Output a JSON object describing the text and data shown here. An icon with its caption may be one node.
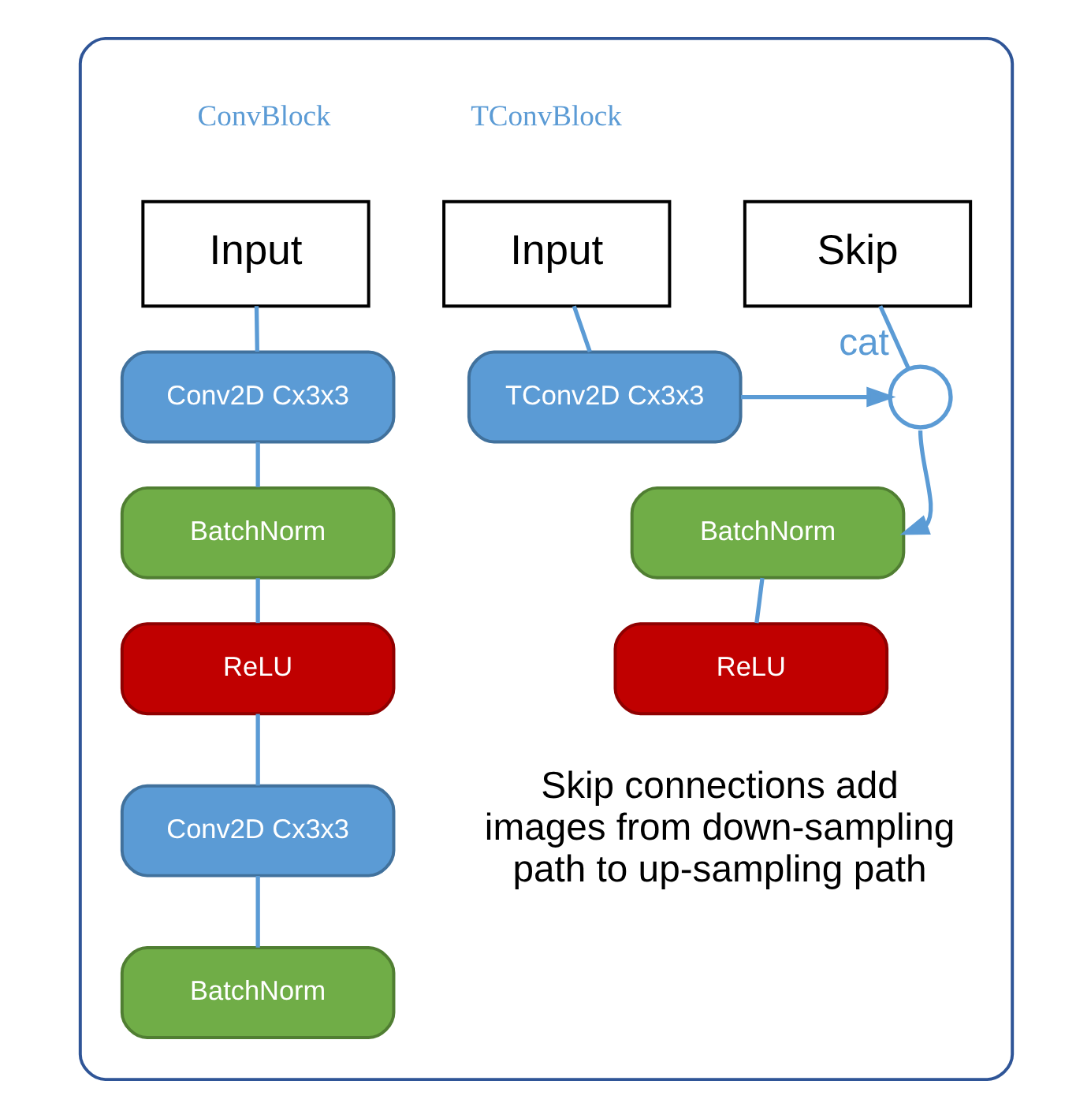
{
  "diagram": {
    "nodes": [
      {
        "text": [],
        "shape": "box"
      },
      {
        "text": [
          "Input"
        ],
        "in": 0
      },
      {
        "text": [
          "Conv2D Cx3x3"
        ],
        "in": 0
      },
      {
        "text": [
          "BatchNorm"
        ],
        "in": 0
      },
      {
        "text": [
          "ReLU"
        ],
        "in": 0
      },
      {
        "text": [
          "Conv2D Cx3x3"
        ],
        "in": 0
      },
      {
        "text": [
          "BatchNorm"
        ],
        "in": 0
      },
      {
        "text": [
          "Input"
        ],
        "in": 0
      },
      {
        "text": [
          "Skip"
        ],
        "in": 0
      },
      {
        "text": [
          "TConv2D Cx3x3"
        ],
        "in": 0
      },
      {
        "text": [],
        "shape": "circle",
        "beside": [
          "cat"
        ],
        "in": 0
      },
      {
        "text": [
          "BatchNorm"
        ],
        "in": 0
      },
      {
        "text": [
          "ReLU"
        ],
        "in": 0
      }
    ],
    "edges": [
      {
        "from": 1,
        "to": 2,
        "arrow": "none"
      },
      {
        "from": 2,
        "to": 3,
        "arrow": "none"
      },
      {
        "from": 3,
        "to": 4,
        "arrow": "none"
      },
      {
        "from": 4,
        "to": 5,
        "arrow": "none"
      },
      {
        "from": 5,
        "to": 6,
        "arrow": "none"
      },
      {
        "from": 7,
        "to": 9,
        "arrow": "none"
      },
      {
        "from": 9,
        "to": 10,
        "arrow": "to"
      },
      {
        "from": 8,
        "to": 10,
        "arrow": "none"
      },
      {
        "from": 10,
        "to": 11,
        "arrow": "to"
      },
      {
        "from": 11,
        "to": 12,
        "arrow": "none"
      }
    ],
    "labels": [
      "ConvBlock",
      "TConvBlock",
      "Skip connections add images from down-sampling path to up-sampling path"
    ]
  }
}
